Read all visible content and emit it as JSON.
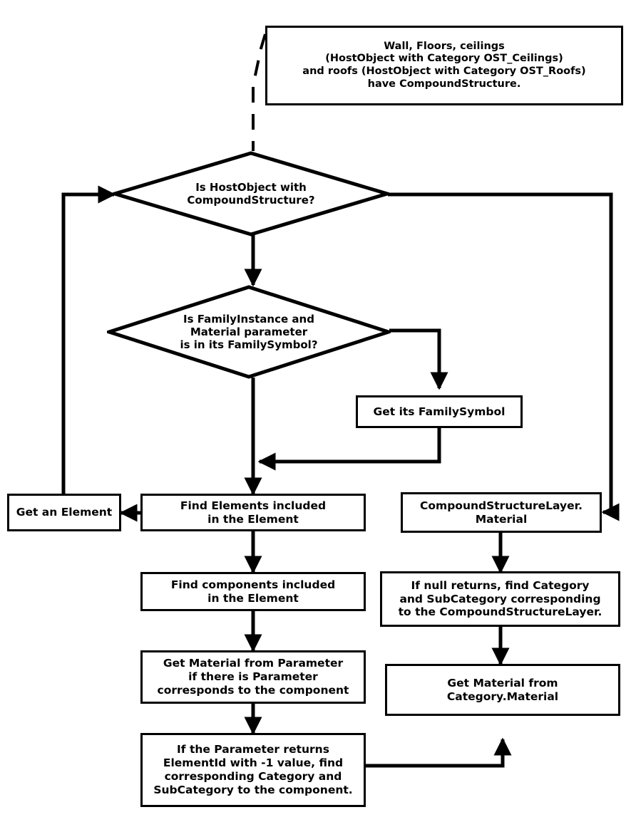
{
  "diagram": {
    "title": "Revit element material retrieval flowchart",
    "type": "flowchart",
    "stroke_color": "#000000",
    "fill_color": "#ffffff",
    "text_color": "#000000"
  },
  "nodes": {
    "note": {
      "shape": "rectangle",
      "text": "Wall, Floors, ceilings\n(HostObject with Category OST_Ceilings)\nand roofs (HostObject with Category OST_Roofs)\nhave CompoundStructure."
    },
    "decision_hostobject": {
      "shape": "diamond",
      "text": "Is HostObject with\nCompoundStructure?"
    },
    "decision_familyinstance": {
      "shape": "diamond",
      "text": "Is FamilyInstance and\nMaterial parameter\nis in its FamilySymbol?"
    },
    "get_familysymbol": {
      "shape": "rectangle",
      "text": "Get its FamilySymbol"
    },
    "get_an_element": {
      "shape": "rectangle",
      "text": "Get an Element"
    },
    "find_elements": {
      "shape": "rectangle",
      "text": "Find Elements included\nin the Element"
    },
    "compound_structure_layer_material": {
      "shape": "rectangle",
      "text": "CompoundStructureLayer.\nMaterial"
    },
    "find_components": {
      "shape": "rectangle",
      "text": "Find components included\nin the Element"
    },
    "if_null_returns": {
      "shape": "rectangle",
      "text": "If null returns, find Category\nand SubCategory corresponding\nto the CompoundStructureLayer."
    },
    "get_material_from_parameter": {
      "shape": "rectangle",
      "text": "Get Material from Parameter\nif there is Parameter\ncorresponds to the component"
    },
    "get_material_from_category": {
      "shape": "rectangle",
      "text": "Get Material from\nCategory.Material"
    },
    "if_parameter_returns": {
      "shape": "rectangle",
      "text": "If the Parameter returns\nElementId with -1 value, find\ncorresponding Category and\nSubCategory to the component."
    }
  },
  "edges": [
    {
      "name": "note-to-decision-hostobject",
      "style": "dashed",
      "arrow": false
    },
    {
      "name": "get-an-element-to-decision-hostobject",
      "style": "solid",
      "arrow": true
    },
    {
      "name": "decision-hostobject-to-decision-familyinstance",
      "style": "solid",
      "arrow": true
    },
    {
      "name": "decision-hostobject-to-compound-structure-layer",
      "style": "solid",
      "arrow": true
    },
    {
      "name": "decision-familyinstance-to-get-familysymbol",
      "style": "solid",
      "arrow": true
    },
    {
      "name": "get-familysymbol-to-spine",
      "style": "solid",
      "arrow": true
    },
    {
      "name": "decision-familyinstance-to-find-elements",
      "style": "solid",
      "arrow": true
    },
    {
      "name": "find-elements-to-get-an-element",
      "style": "solid",
      "arrow": true
    },
    {
      "name": "find-elements-to-find-components",
      "style": "solid",
      "arrow": true
    },
    {
      "name": "find-components-to-get-material-from-parameter",
      "style": "solid",
      "arrow": true
    },
    {
      "name": "get-material-from-parameter-to-if-parameter-returns",
      "style": "solid",
      "arrow": true
    },
    {
      "name": "compound-structure-layer-to-if-null-returns",
      "style": "solid",
      "arrow": true
    },
    {
      "name": "if-null-returns-to-get-material-from-category",
      "style": "solid",
      "arrow": true
    },
    {
      "name": "if-parameter-returns-to-get-material-from-category",
      "style": "solid",
      "arrow": true
    }
  ]
}
